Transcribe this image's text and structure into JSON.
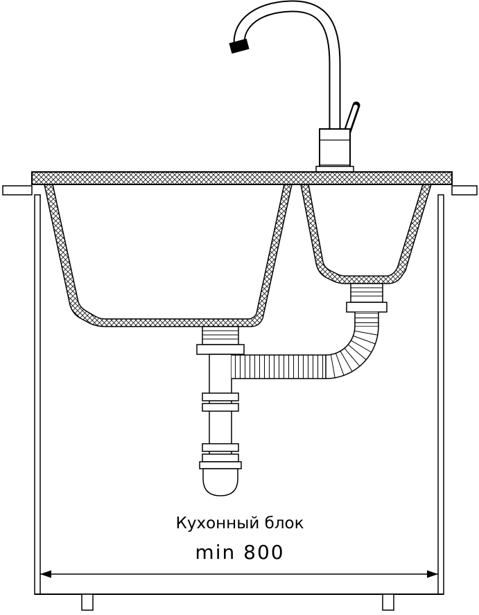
{
  "meta": {
    "background": "#ffffff",
    "line_color": "#000000",
    "drawing_type": "technical installation drawing, kitchen sink cross-section"
  },
  "labels": {
    "caption": "Кухонный блок",
    "min_width": "min 800"
  },
  "components": [
    "gooseneck-faucet",
    "countertop",
    "double-bowl-sink",
    "main-drain-bottle-trap",
    "corrugated-drain-pipe",
    "cabinet-with-legs",
    "width-dimension-arrow"
  ]
}
